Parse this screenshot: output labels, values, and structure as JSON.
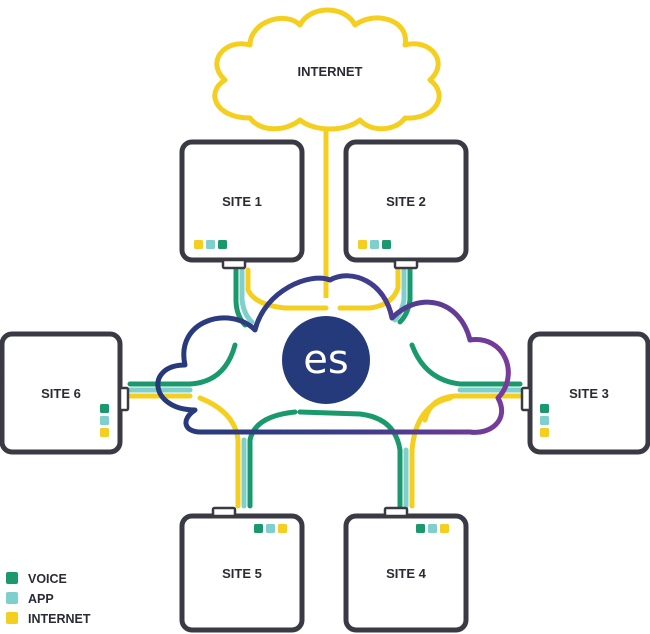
{
  "internet_cloud": {
    "label": "INTERNET"
  },
  "logo": {
    "text": "es"
  },
  "sites": [
    {
      "label": "SITE 1"
    },
    {
      "label": "SITE 2"
    },
    {
      "label": "SITE 3"
    },
    {
      "label": "SITE 4"
    },
    {
      "label": "SITE 5"
    },
    {
      "label": "SITE 6"
    }
  ],
  "legend": [
    {
      "label": "VOICE",
      "color": "#1a9a6c"
    },
    {
      "label": "APP",
      "color": "#7fcfcc"
    },
    {
      "label": "INTERNET",
      "color": "#f5cf1f"
    }
  ],
  "colors": {
    "voice": "#1a9a6c",
    "app": "#7fcfcc",
    "internet": "#f5cf1f",
    "cloud_outline_left": "#253a7a",
    "cloud_outline_right": "#7a3b9a",
    "logo_bg": "#253a7a",
    "box_stroke": "#3a3a44"
  }
}
